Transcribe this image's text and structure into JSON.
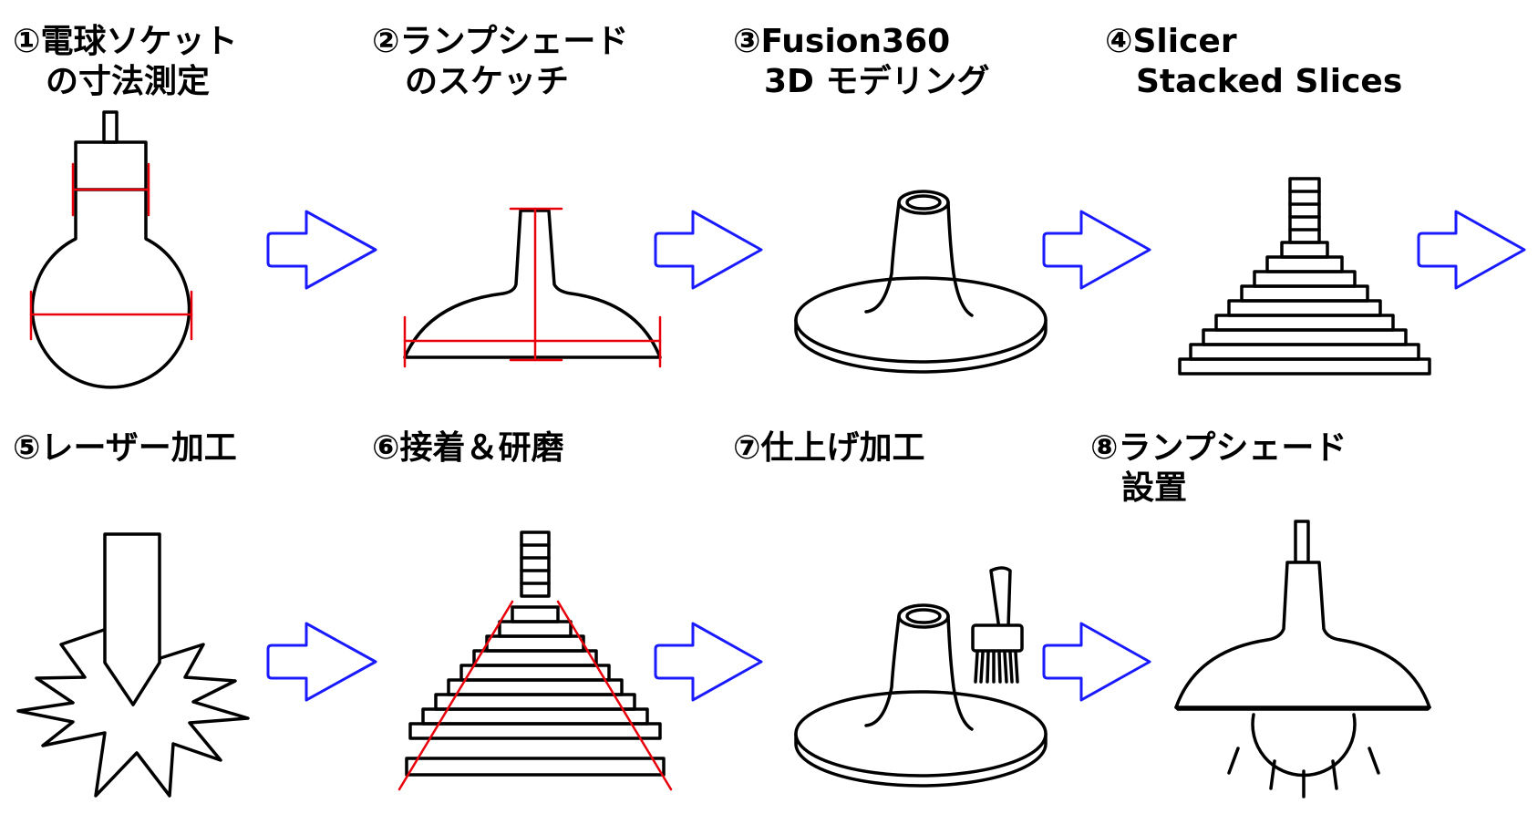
{
  "colors": {
    "stroke": "#000000",
    "measure": "#e8000b",
    "arrow": "#1a1aff",
    "background": "#ffffff"
  },
  "steps": [
    {
      "line1": "①電球ソケット",
      "line2": "の寸法測定",
      "icon": "bulb-socket-measure"
    },
    {
      "line1": "②ランプシェード",
      "line2": "のスケッチ",
      "icon": "lampshade-sketch"
    },
    {
      "line1": "③Fusion360",
      "line2": "3D モデリング",
      "icon": "3d-model"
    },
    {
      "line1": "④Slicer",
      "line2": "Stacked Slices",
      "icon": "stacked-slices"
    },
    {
      "line1": "⑤レーザー加工",
      "line2": "",
      "icon": "laser-burst"
    },
    {
      "line1": "⑥接着＆研磨",
      "line2": "",
      "icon": "glue-sand"
    },
    {
      "line1": "⑦仕上げ加工",
      "line2": "",
      "icon": "finishing-brush"
    },
    {
      "line1": "⑧ランプシェード",
      "line2": "設置",
      "icon": "installed-lamp"
    }
  ],
  "arrows": [
    "next-arrow",
    "next-arrow",
    "next-arrow",
    "next-arrow",
    "next-arrow",
    "next-arrow",
    "next-arrow"
  ]
}
